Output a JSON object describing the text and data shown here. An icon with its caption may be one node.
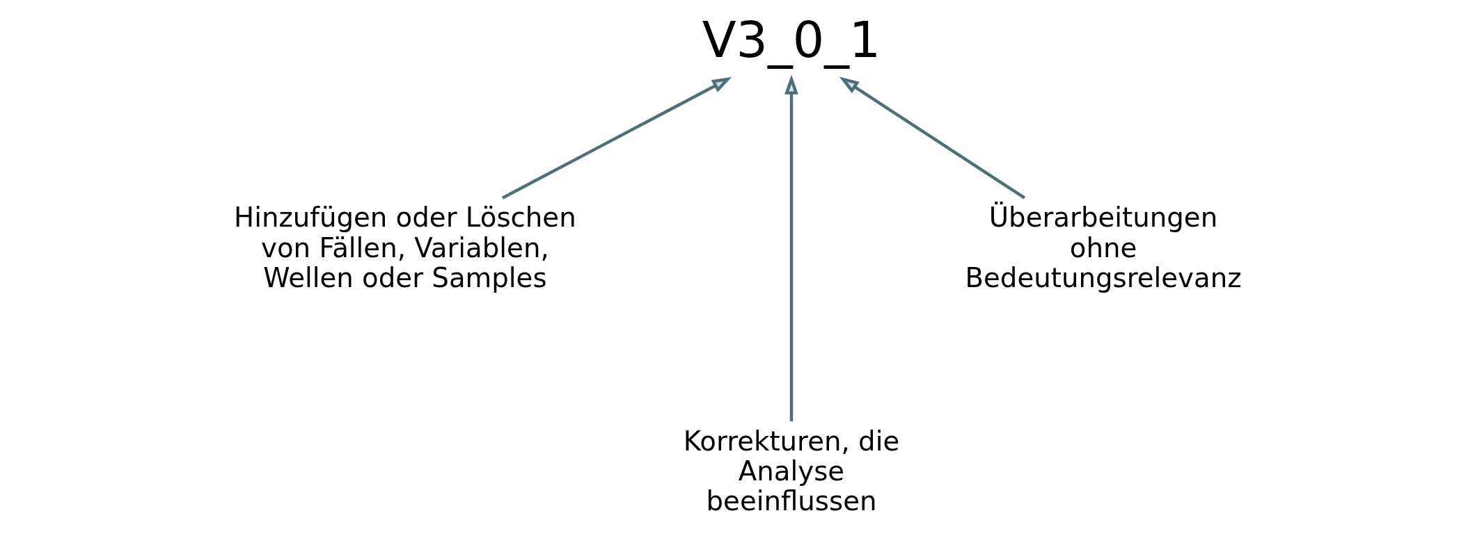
{
  "diagram": {
    "nodes": [
      {
        "text": [
          "V3_0_1"
        ]
      },
      {
        "text": [
          "Hinzufügen oder Löschen von Fällen, Variablen, Wellen oder Samples"
        ]
      },
      {
        "text": [
          "Korrekturen, die Analyse beeinflussen"
        ]
      },
      {
        "text": [
          "Überarbeitungen ohne Bedeutungsrelevanz"
        ]
      }
    ],
    "edges": [
      {
        "from": 1,
        "to": 0,
        "arrow": "to"
      },
      {
        "from": 2,
        "to": 0,
        "arrow": "to"
      },
      {
        "from": 3,
        "to": 0,
        "arrow": "to"
      }
    ]
  }
}
